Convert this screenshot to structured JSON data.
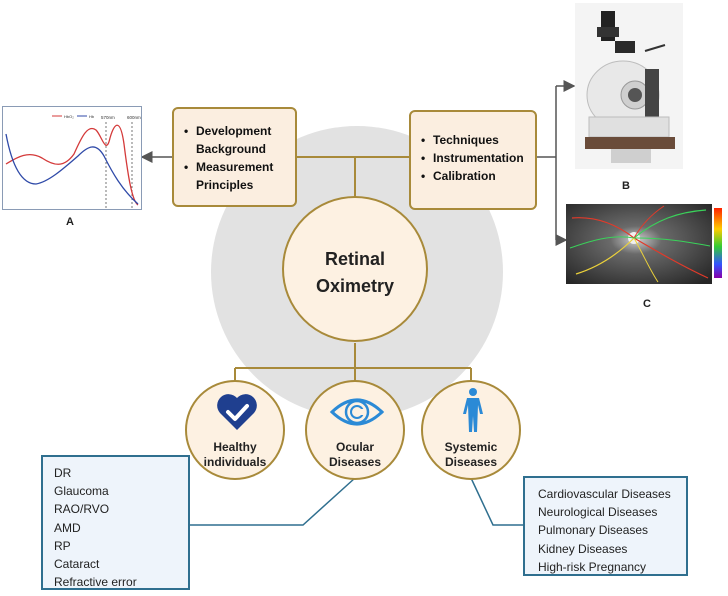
{
  "center": {
    "title_line1": "Retinal",
    "title_line2": "Oximetry"
  },
  "left_box": {
    "items": [
      "Development Background",
      "Measurement Principles"
    ]
  },
  "right_box": {
    "items": [
      "Techniques",
      "Instrumentation",
      "Calibration"
    ]
  },
  "categories": {
    "healthy": {
      "line1": "Healthy",
      "line2": "individuals"
    },
    "ocular": {
      "line1": "Ocular",
      "line2": "Diseases"
    },
    "systemic": {
      "line1": "Systemic",
      "line2": "Diseases"
    }
  },
  "ocular_diseases": [
    "DR",
    "Glaucoma",
    "RAO/RVO",
    "AMD",
    "RP",
    "Cataract",
    "Refractive error"
  ],
  "systemic_diseases": [
    "Cardiovascular Diseases",
    "Neurological Diseases",
    "Pulmonary Diseases",
    "Kidney Diseases",
    "High-risk Pregnancy"
  ],
  "panel_labels": {
    "a": "A",
    "b": "B",
    "c": "C"
  },
  "panel_a": {
    "legend": [
      "HbO₂",
      "Hb"
    ],
    "markers": [
      "570nm",
      "600nm"
    ]
  },
  "colors": {
    "gold": "#a88a3a",
    "box_fill": "#fbeee0",
    "teal": "#2f6f8f",
    "icon_blue": "#1f3f8f",
    "grey_disc": "#e2e2e2"
  }
}
